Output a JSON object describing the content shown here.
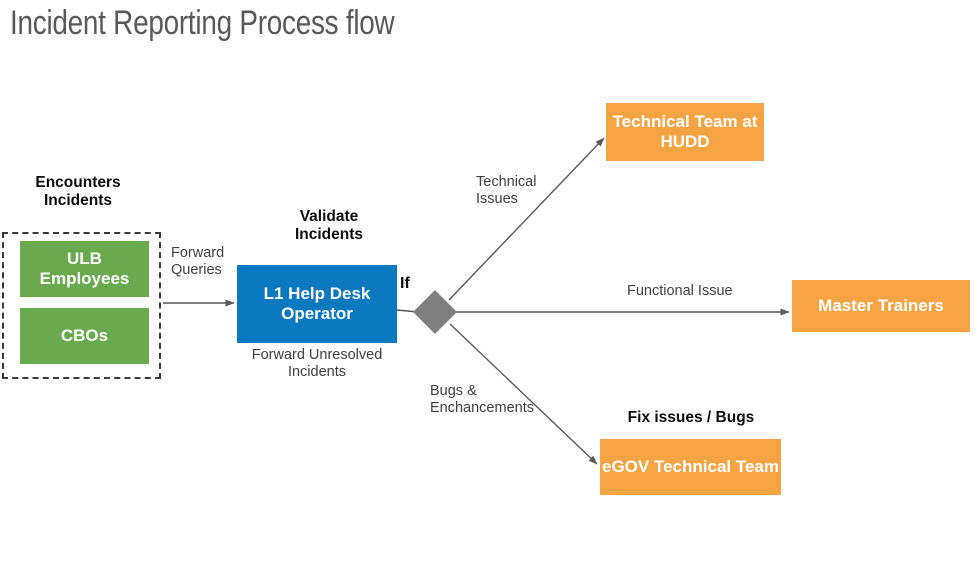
{
  "title": "Incident Reporting Process flow",
  "colors": {
    "green": "#6AAA4F",
    "blue": "#0B79BF",
    "orange": "#F5A443",
    "diamond_gray": "#808080",
    "connector": "#595959",
    "title_text": "#595959",
    "dashed_border": "#3A3A3A"
  },
  "nodes": {
    "group_label": "Encounters\nIncidents",
    "ulb_employees": "ULB\nEmployees",
    "cbos": "CBOs",
    "validate_label": "Validate\nIncidents",
    "l1_help_desk": "L1 Help Desk\nOperator",
    "forward_unresolved": "Forward Unresolved\nIncidents",
    "decision_label": "If",
    "technical_team_hudd": "Technical Team\nat HUDD",
    "master_trainers": "Master Trainers",
    "fix_issues_label": "Fix issues / Bugs",
    "egov_technical_team": "eGOV Technical\nTeam"
  },
  "edges": {
    "forward_queries": "Forward\nQueries",
    "technical_issues": "Technical\nIssues",
    "functional_issue": "Functional Issue",
    "bugs_enhancements": "Bugs &\nEnchancements"
  }
}
